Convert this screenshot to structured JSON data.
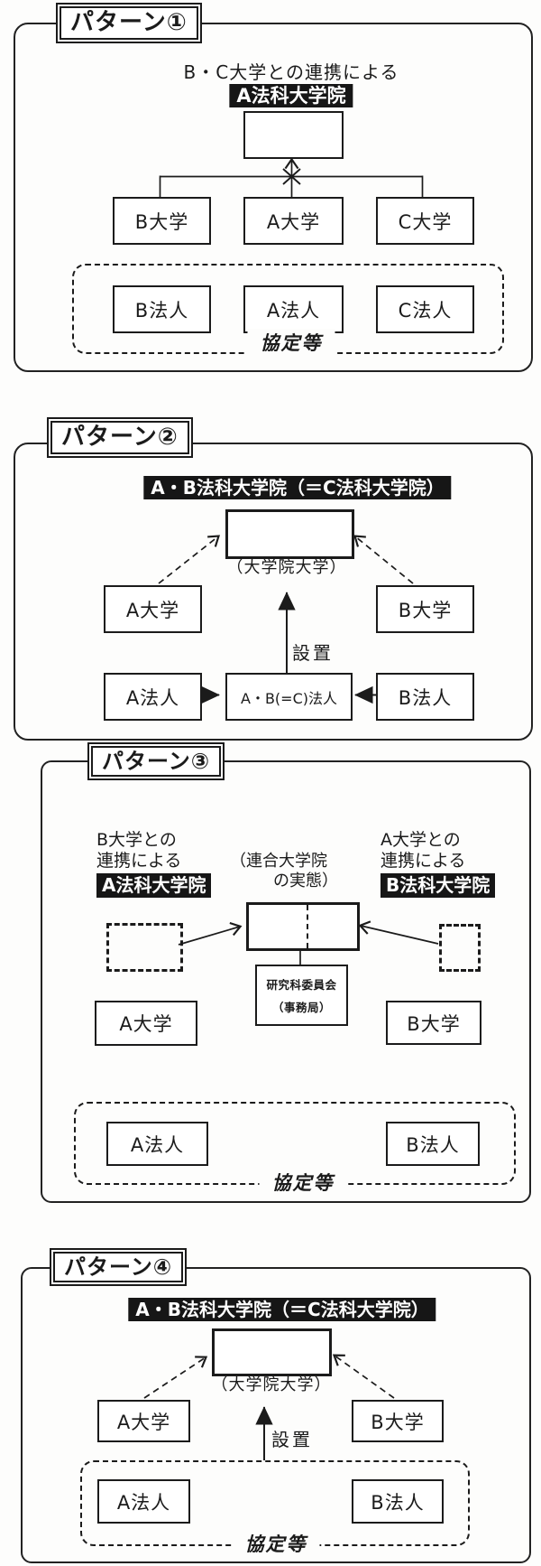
{
  "page": {
    "background": "#fdfdfc",
    "ink": "#1b1b1b",
    "highlight_bg": "#161616",
    "highlight_fg": "#ffffff"
  },
  "patterns": [
    {
      "label": "パターン①",
      "title_line": "B・C大学との連携による",
      "title_highlight": "A法科大学院",
      "universities": [
        "B大学",
        "A大学",
        "C大学"
      ],
      "corporations": [
        "B法人",
        "A法人",
        "C法人"
      ],
      "agreement_label": "協定等"
    },
    {
      "label": "パターン②",
      "title_highlight": "A・B法科大学院（＝C法科大学院）",
      "grad_caption": "（大学院大学）",
      "setup_label": "設置",
      "universities": [
        "A大学",
        "B大学"
      ],
      "corporations": [
        "A法人",
        "A・B(=C)法人",
        "B法人"
      ]
    },
    {
      "label": "パターン③",
      "left_note": [
        "B大学との",
        "連携による"
      ],
      "left_highlight": "A法科大学院",
      "center_note": [
        "（連合大学院",
        "の実態）"
      ],
      "right_note": [
        "A大学との",
        "連携による"
      ],
      "right_highlight": "B法科大学院",
      "committee": [
        "研究科委員会",
        "（事務局）"
      ],
      "universities": [
        "A大学",
        "B大学"
      ],
      "corporations": [
        "A法人",
        "B法人"
      ],
      "agreement_label": "協定等"
    },
    {
      "label": "パターン④",
      "title_highlight": "A・B法科大学院（＝C法科大学院）",
      "grad_caption": "（大学院大学）",
      "setup_label": "設置",
      "universities": [
        "A大学",
        "B大学"
      ],
      "corporations": [
        "A法人",
        "B法人"
      ],
      "agreement_label": "協定等"
    }
  ]
}
